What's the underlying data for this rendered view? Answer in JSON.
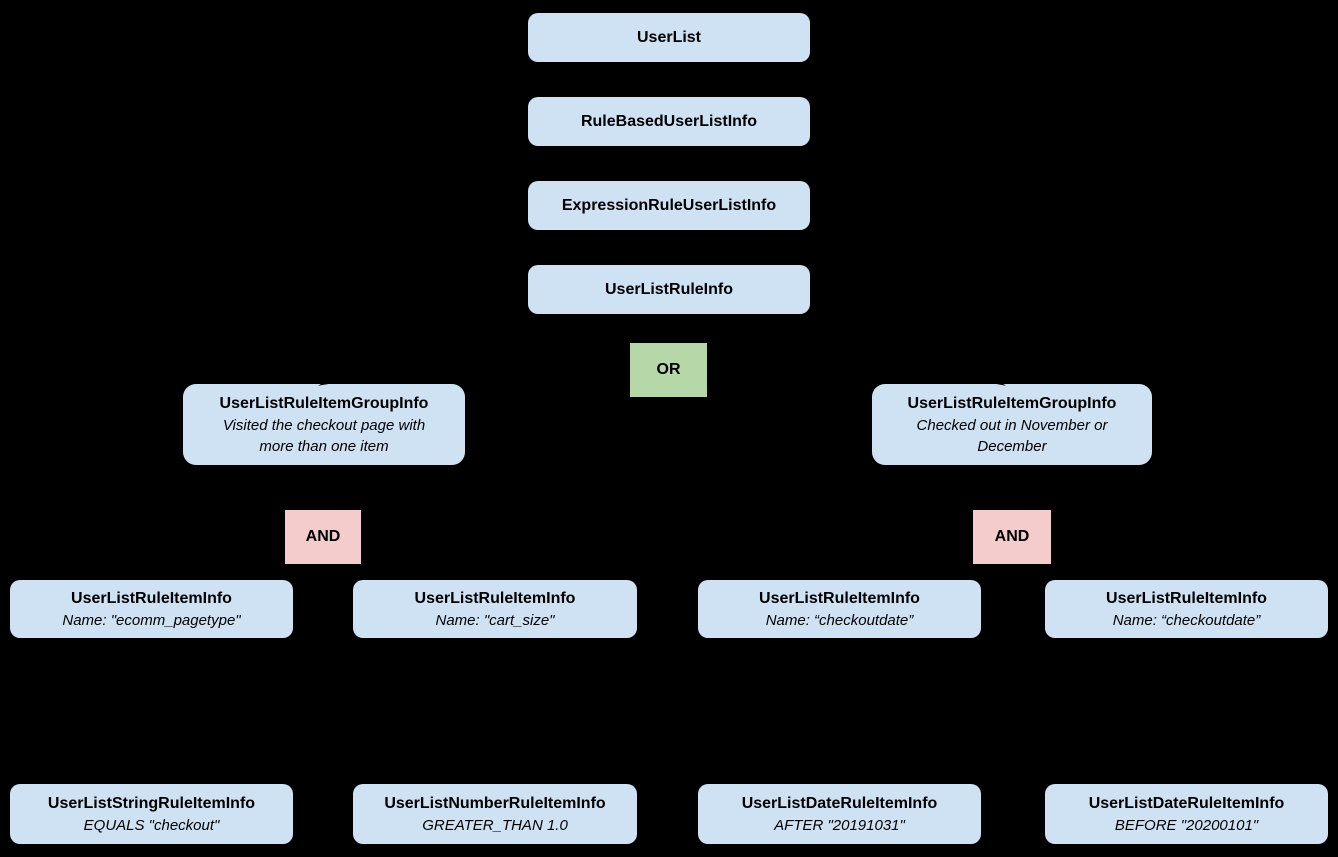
{
  "diagram": {
    "colors": {
      "background": "#000000",
      "node_fill": "#cfe2f3",
      "or_fill": "#b6d7a8",
      "and_fill": "#f4cccc",
      "text": "#000000"
    },
    "chain": [
      {
        "label": "UserList"
      },
      {
        "label": "RuleBasedUserListInfo"
      },
      {
        "label": "ExpressionRuleUserListInfo"
      },
      {
        "label": "UserListRuleInfo"
      }
    ],
    "or_label": "OR",
    "and_label": "AND",
    "groups": {
      "left": {
        "title": "UserListRuleItemGroupInfo",
        "desc_lines": [
          "Visited the checkout page with",
          "more than one item"
        ]
      },
      "right": {
        "title": "UserListRuleItemGroupInfo",
        "desc_lines": [
          "Checked out in November or",
          "December"
        ]
      }
    },
    "rule_items": [
      {
        "title": "UserListRuleItemInfo",
        "subtitle": "Name: \"ecomm_pagetype\""
      },
      {
        "title": "UserListRuleItemInfo",
        "subtitle": "Name: \"cart_size\""
      },
      {
        "title": "UserListRuleItemInfo",
        "subtitle": "Name: “checkoutdate”"
      },
      {
        "title": "UserListRuleItemInfo",
        "subtitle": "Name: “checkoutdate”"
      }
    ],
    "leaf_items": [
      {
        "title": "UserListStringRuleItemInfo",
        "subtitle": "EQUALS \"checkout\""
      },
      {
        "title": "UserListNumberRuleItemInfo",
        "subtitle": "GREATER_THAN 1.0"
      },
      {
        "title": "UserListDateRuleItemInfo",
        "subtitle": "AFTER \"20191031\""
      },
      {
        "title": "UserListDateRuleItemInfo",
        "subtitle": "BEFORE \"20200101\""
      }
    ]
  }
}
